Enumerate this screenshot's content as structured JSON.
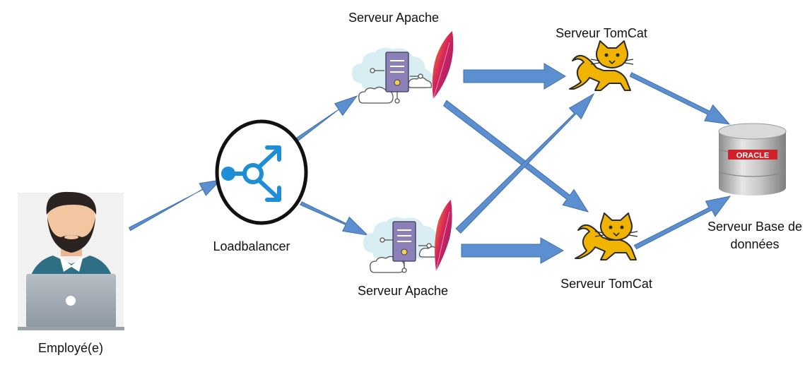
{
  "labels": {
    "employee": "Employé(e)",
    "loadbalancer": "Loadbalancer",
    "apache_top": "Serveur Apache",
    "apache_bottom": "Serveur Apache",
    "tomcat_top": "Serveur TomCat",
    "tomcat_bottom": "Serveur TomCat",
    "database_line1": "Serveur Base de",
    "database_line2": "données",
    "oracle_logo": "ORACLE"
  },
  "colors": {
    "arrow": "#5b8fcf",
    "arrow_stroke": "#3f6fae",
    "loadbalancer_icon": "#1e8fd6",
    "beard": "#2b2322",
    "shirt": "#2f6f86",
    "laptop": "#9aa4ad",
    "server": "#8c80b8",
    "cloud": "#d8eef2",
    "tomcat": "#f0b400",
    "database": "#a8a8a8",
    "oracle_red": "#d0202a"
  },
  "icons": {
    "employee": "person-with-laptop-icon",
    "loadbalancer": "loadbalancer-split-icon",
    "apache": "apache-feather-server-icon",
    "tomcat": "tomcat-cat-icon",
    "database": "oracle-database-cylinder-icon"
  }
}
